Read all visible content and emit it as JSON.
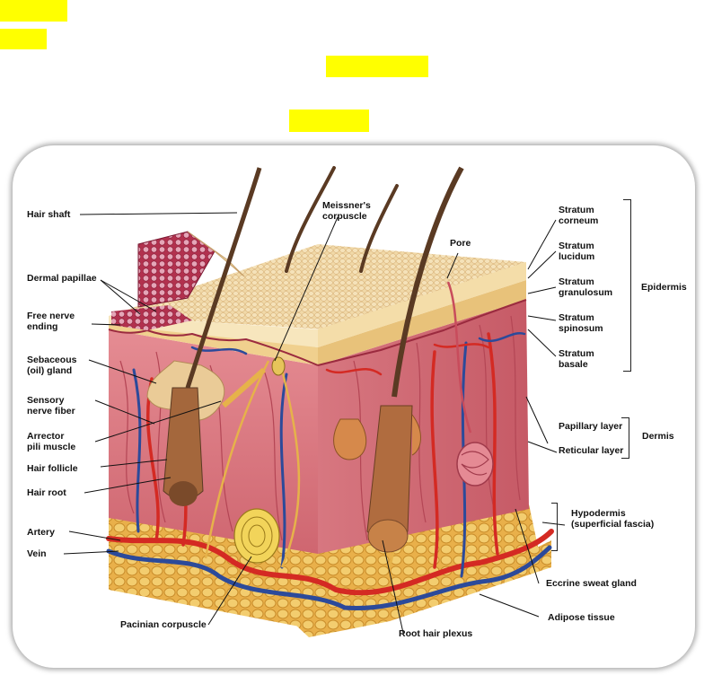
{
  "colors": {
    "highlight": "#ffff00",
    "epidermis": "#f1d7a2",
    "dermis": "#d9727b",
    "hypodermis": "#f0c15a",
    "artery": "#d42a23",
    "vein": "#2c4a9a",
    "hair": "#5a3a23"
  },
  "labels": {
    "hair_shaft": "Hair shaft",
    "meissner": "Meissner's\ncorpuscle",
    "pore": "Pore",
    "dermal_papillae": "Dermal papillae",
    "free_nerve": "Free nerve\nending",
    "sebaceous": "Sebaceous\n(oil) gland",
    "sensory_nerve": "Sensory\nnerve fiber",
    "arrector": "Arrector\npili muscle",
    "hair_follicle": "Hair follicle",
    "hair_root": "Hair root",
    "artery": "Artery",
    "vein": "Vein",
    "pacinian": "Pacinian corpuscle",
    "root_hair_plexus": "Root hair plexus",
    "adipose": "Adipose tissue",
    "eccrine": "Eccrine sweat gland",
    "hypodermis": "Hypodermis\n(superficial fascia)",
    "papillary": "Papillary layer",
    "reticular": "Reticular layer",
    "dermis": "Dermis",
    "stratum_corneum": "Stratum\ncorneum",
    "stratum_lucidum": "Stratum\nlucidum",
    "stratum_granulosum": "Stratum\ngranulosum",
    "stratum_spinosum": "Stratum\nspinosum",
    "stratum_basale": "Stratum\nbasale",
    "epidermis": "Epidermis"
  }
}
